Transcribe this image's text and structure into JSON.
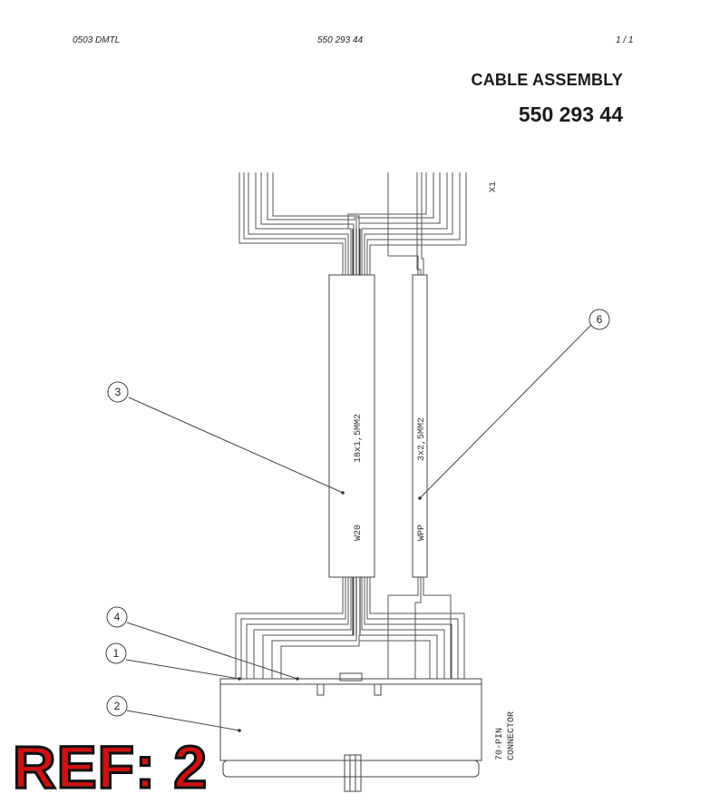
{
  "header": {
    "doc_code": "0503 DMTL",
    "part_number": "550 293 44",
    "page": "1 /   1"
  },
  "title": "CABLE ASSEMBLY",
  "part_number": "550 293 44",
  "connector_x1_label": "X1",
  "cable_w20": {
    "id": "W20",
    "spec": "18x1,5MM2"
  },
  "cable_wpp": {
    "id": "WPP",
    "spec": "3x2,5MM2"
  },
  "connector_label_line1": "70-PIN",
  "connector_label_line2": "CONNECTOR",
  "callouts": [
    "1",
    "2",
    "3",
    "4",
    "6"
  ],
  "ref_label": "REF: 2"
}
